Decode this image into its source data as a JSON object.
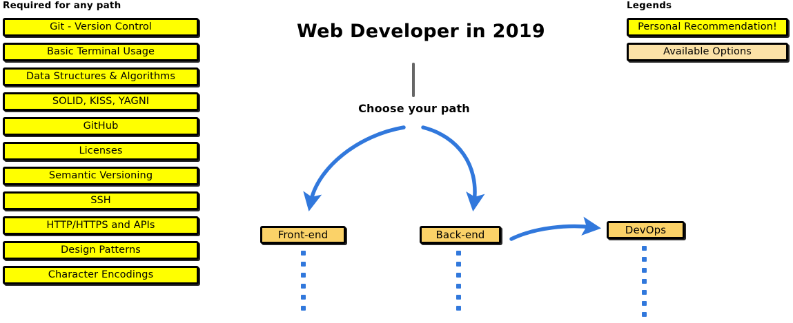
{
  "diagram": {
    "title": "Web Developer in 2019",
    "trunk_label": "Choose your path"
  },
  "required": {
    "heading": "Required for any path",
    "items": [
      {
        "label": "Git - Version Control",
        "style": "personal-recommendation"
      },
      {
        "label": "Basic Terminal Usage",
        "style": "personal-recommendation"
      },
      {
        "label": "Data Structures & Algorithms",
        "style": "personal-recommendation"
      },
      {
        "label": "SOLID, KISS, YAGNI",
        "style": "personal-recommendation"
      },
      {
        "label": "GitHub",
        "style": "personal-recommendation"
      },
      {
        "label": "Licenses",
        "style": "personal-recommendation"
      },
      {
        "label": "Semantic Versioning",
        "style": "personal-recommendation"
      },
      {
        "label": "SSH",
        "style": "personal-recommendation"
      },
      {
        "label": "HTTP/HTTPS and APIs",
        "style": "personal-recommendation"
      },
      {
        "label": "Design Patterns",
        "style": "personal-recommendation"
      },
      {
        "label": "Character Encodings",
        "style": "personal-recommendation"
      }
    ]
  },
  "paths": {
    "frontend": {
      "label": "Front-end"
    },
    "backend": {
      "label": "Back-end"
    },
    "devops": {
      "label": "DevOps"
    }
  },
  "legends": {
    "heading": "Legends",
    "items": [
      {
        "label": "Personal Recommendation!",
        "style": "personal-recommendation",
        "color": "#ffff00"
      },
      {
        "label": "Available Options",
        "style": "available-option",
        "color": "#fbe2a7"
      }
    ]
  },
  "colors": {
    "personal_recommendation": "#ffff00",
    "available_options": "#fbe2a7",
    "path_node": "#fbd268",
    "arrow_blue": "#3178dc",
    "trunk_gray": "#666666",
    "outline_black": "#000000",
    "background": "#ffffff"
  }
}
